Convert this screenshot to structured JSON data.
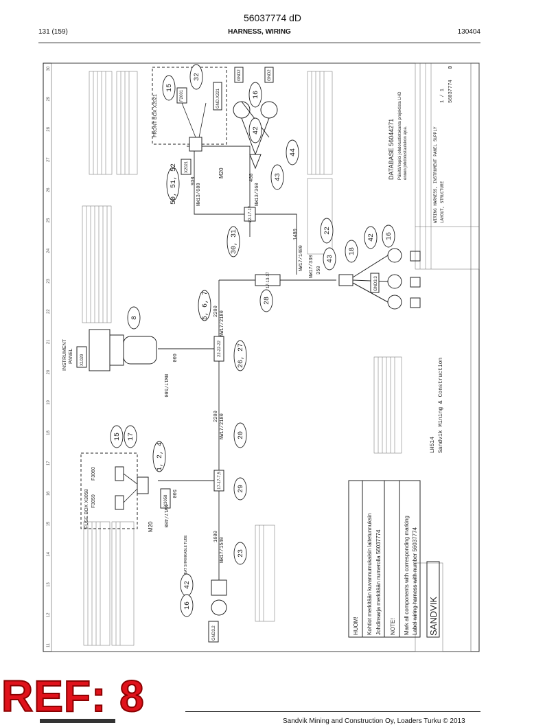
{
  "header": {
    "doc_number": "56037774 dD",
    "page": "131 (159)",
    "section": "HARNESS, WIRING",
    "date": "130404"
  },
  "ref_stamp": "REF: 8",
  "footer": {
    "copyright": "Sandvik Mining and Construction Oy, Loaders Turku © 2013"
  },
  "drawing": {
    "ruler": [
      "11",
      "12",
      "13",
      "14",
      "15",
      "16",
      "17",
      "18",
      "19",
      "20",
      "21",
      "22",
      "23",
      "24",
      "25",
      "26",
      "27",
      "28",
      "29",
      "30"
    ],
    "instrument_panel": {
      "title1": "INSTRUMENT",
      "title2": "PANEL",
      "connector": "X1029"
    },
    "front_box": {
      "title": "FRONT BOX X2021",
      "fuse": "F2001",
      "gnd": "GND.X221",
      "connector": "X2021"
    },
    "fuse_box": {
      "title": "FUSE BOX X3058",
      "f1": "F3059",
      "f2": "F3060",
      "connector": "X3058"
    },
    "heat_tube": "HEAT SHRINKABLE TUBE",
    "gnd_labels": [
      "GND2",
      "GND2",
      "GND3.2",
      "GND3.3"
    ],
    "junctions": [
      "22-17-17",
      "17-13-17",
      "22-22-22",
      "17-17-7,5"
    ],
    "bubbles": [
      "15",
      "32",
      "16",
      "42",
      "44",
      "43",
      "50, 51, 52",
      "30, 31",
      "22",
      "42",
      "16",
      "18",
      "43",
      "28",
      "5, 6, 7",
      "8",
      "26, 27",
      "20",
      "15",
      "17",
      "1, 2, 4",
      "29",
      "23",
      "42",
      "16"
    ],
    "wire_labels": [
      "NW13/680",
      "NW13/360",
      "NW17/1480",
      "NW17/330",
      "NW17/2180",
      "NW17/580",
      "NW17/2180",
      "NW17/480",
      "NW17/1540"
    ],
    "lengths": [
      "930",
      "400",
      "1480",
      "350",
      "2200",
      "600",
      "2200",
      "500",
      "1600"
    ],
    "m20": [
      "M20",
      "M20"
    ],
    "database": {
      "title": "DATABASE 56044271",
      "line1": "Päivitä/kopioi johdotustietokanta projektista LHD",
      "line2": "ennen johdotustaulukon ajoa."
    },
    "notes": {
      "huom": "HUOM!",
      "fi1": "Kohtiot merkitään kuvannumukaisin laitetunnuksin",
      "fi2": "Johdinsarja merkitään numerolla 56037774",
      "note": "NOTE!",
      "en1": "Mark all components with corresponding marking",
      "en2": "Label wiring harness with number 56037774"
    },
    "brand": "SANDVIK",
    "model": "LH514",
    "company": "Sandvik Mining & Construction",
    "title_block": {
      "t1": "WIRING HARNESS, INSTRUMENT PANEL SUPPLY",
      "t2": "LAYOUT, STRUCTURE",
      "drawing_no": "56037774",
      "rev": "D",
      "sheet": "1 / 1"
    }
  }
}
